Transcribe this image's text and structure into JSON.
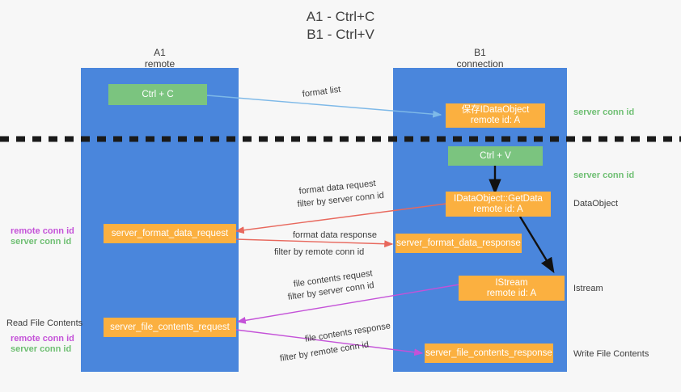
{
  "title": {
    "line1": "A1 - Ctrl+C",
    "line2": "B1 - Ctrl+V"
  },
  "lanes": [
    {
      "name": "A1",
      "sub": "remote"
    },
    {
      "name": "B1",
      "sub": "connection"
    }
  ],
  "nodes": {
    "ctrl_c": {
      "label": "Ctrl + C"
    },
    "ctrl_v": {
      "label": "Ctrl + V"
    },
    "save_idataobject": {
      "label": "保存IDataObject",
      "sub": "remote id: A"
    },
    "getdata": {
      "label": "IDataObject::GetData",
      "sub": "remote id: A"
    },
    "istream": {
      "label": "IStream",
      "sub": "remote id: A"
    },
    "server_format_data_request": {
      "label": "server_format_data_request"
    },
    "server_format_data_response": {
      "label": "server_format_data_response"
    },
    "server_file_contents_request": {
      "label": "server_file_contents_request"
    },
    "server_file_contents_response": {
      "label": "server_file_contents_response"
    }
  },
  "edge_labels": {
    "format_list": "format list",
    "format_data_request": "format data request",
    "format_data_request_filter_prefix": "filter by ",
    "format_data_request_filter_key": "server conn id",
    "format_data_response": "format data response",
    "format_data_response_filter_prefix": "filter by ",
    "format_data_response_filter_key": "remote conn id",
    "file_contents_request": "file contents request",
    "file_contents_request_filter_prefix": "filter by ",
    "file_contents_request_filter_key": "server conn id",
    "file_contents_response": "file contents response",
    "file_contents_response_filter_prefix": "filter by ",
    "file_contents_response_filter_key": "remote conn id"
  },
  "side_labels": {
    "right_server_conn_id_1": "server conn id",
    "right_server_conn_id_2": "server conn id",
    "right_dataobject": "DataObject",
    "right_istream": "Istream",
    "right_write_file_contents": "Write File Contents",
    "left_remote_conn_id_1": "remote conn id",
    "left_server_conn_id_1": "server conn id",
    "left_read_file_contents": "Read File Contents",
    "left_remote_conn_id_2": "remote conn id",
    "left_server_conn_id_2": "server conn id"
  },
  "colors": {
    "lane": "#4a86dc",
    "green_node": "#7bc47f",
    "orange_node": "#fbb040",
    "green_text": "#6fbf73",
    "purple_text": "#c452d8",
    "arrow_blue": "#7eb9e8",
    "arrow_red": "#e8685d",
    "arrow_purple": "#c452d8",
    "arrow_black": "#111111",
    "background": "#f7f7f7"
  }
}
